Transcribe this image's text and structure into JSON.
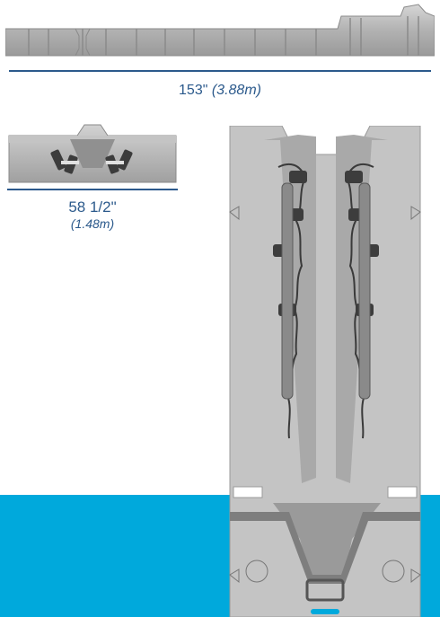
{
  "dimensions": {
    "length": {
      "imperial": "153\"",
      "metric": "(3.88m)"
    },
    "width": {
      "imperial": "58 1/2\"",
      "metric": "(1.48m)"
    }
  },
  "colors": {
    "accent_band": "#00a9dc",
    "dimension_line": "#2c5a8c",
    "product_body": "#bdbdbd",
    "product_shadow": "#8f8f8f",
    "roller": "#3c3c3c",
    "background": "#ffffff"
  },
  "views": {
    "side": "side-view-drawing",
    "front": "front-view-drawing",
    "top": "top-view-drawing"
  }
}
